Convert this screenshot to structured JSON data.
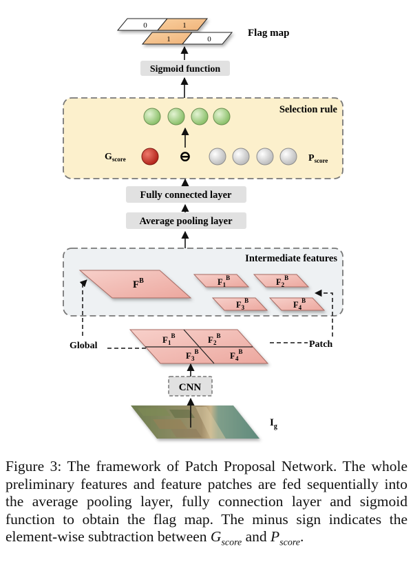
{
  "diagram": {
    "flag_map": {
      "title": "Flag map",
      "top_row": [
        "0",
        "1"
      ],
      "bottom_row": [
        "1",
        "0"
      ]
    },
    "sigmoid_label": "Sigmoid function",
    "selection": {
      "title": "Selection rule",
      "g_label": "G",
      "g_sub": "score",
      "p_label": "P",
      "p_sub": "score",
      "minus": "⊖"
    },
    "fc_label": "Fully connected layer",
    "pool_label": "Average pooling layer",
    "intermediate": {
      "title": "Intermediate features",
      "global_feature": {
        "base": "F",
        "sup": "B"
      },
      "patches": [
        {
          "base": "F",
          "sub": "1",
          "sup": "B"
        },
        {
          "base": "F",
          "sub": "2",
          "sup": "B"
        },
        {
          "base": "F",
          "sub": "3",
          "sup": "B"
        },
        {
          "base": "F",
          "sub": "4",
          "sup": "B"
        }
      ]
    },
    "global_label": "Global",
    "patch_label": "Patch",
    "cnn_label": "CNN",
    "input_label": {
      "base": "I",
      "sub": "g"
    },
    "colors": {
      "orange_cell": "#f5c08c",
      "pink_feature": "#f2b9b2",
      "yellow_panel": "#fcf0cc",
      "gray_panel": "#eef1f3",
      "green_node": "#a9d48a",
      "red_node": "#c9362a",
      "gray_node": "#d9d9d9",
      "label_box": "#e1e1e1"
    }
  },
  "caption": {
    "lead": "Figure 3: The framework of Patch Proposal Network. The whole preliminary features and feature patches are fed sequentially into the average pooling layer, fully connection layer and sigmoid function to obtain the flag map. The minus sign indicates the element-wise subtraction between ",
    "g_var": "G",
    "g_sub": "score",
    "and_word": " and ",
    "p_var": "P",
    "p_sub": "score",
    "end": "."
  }
}
